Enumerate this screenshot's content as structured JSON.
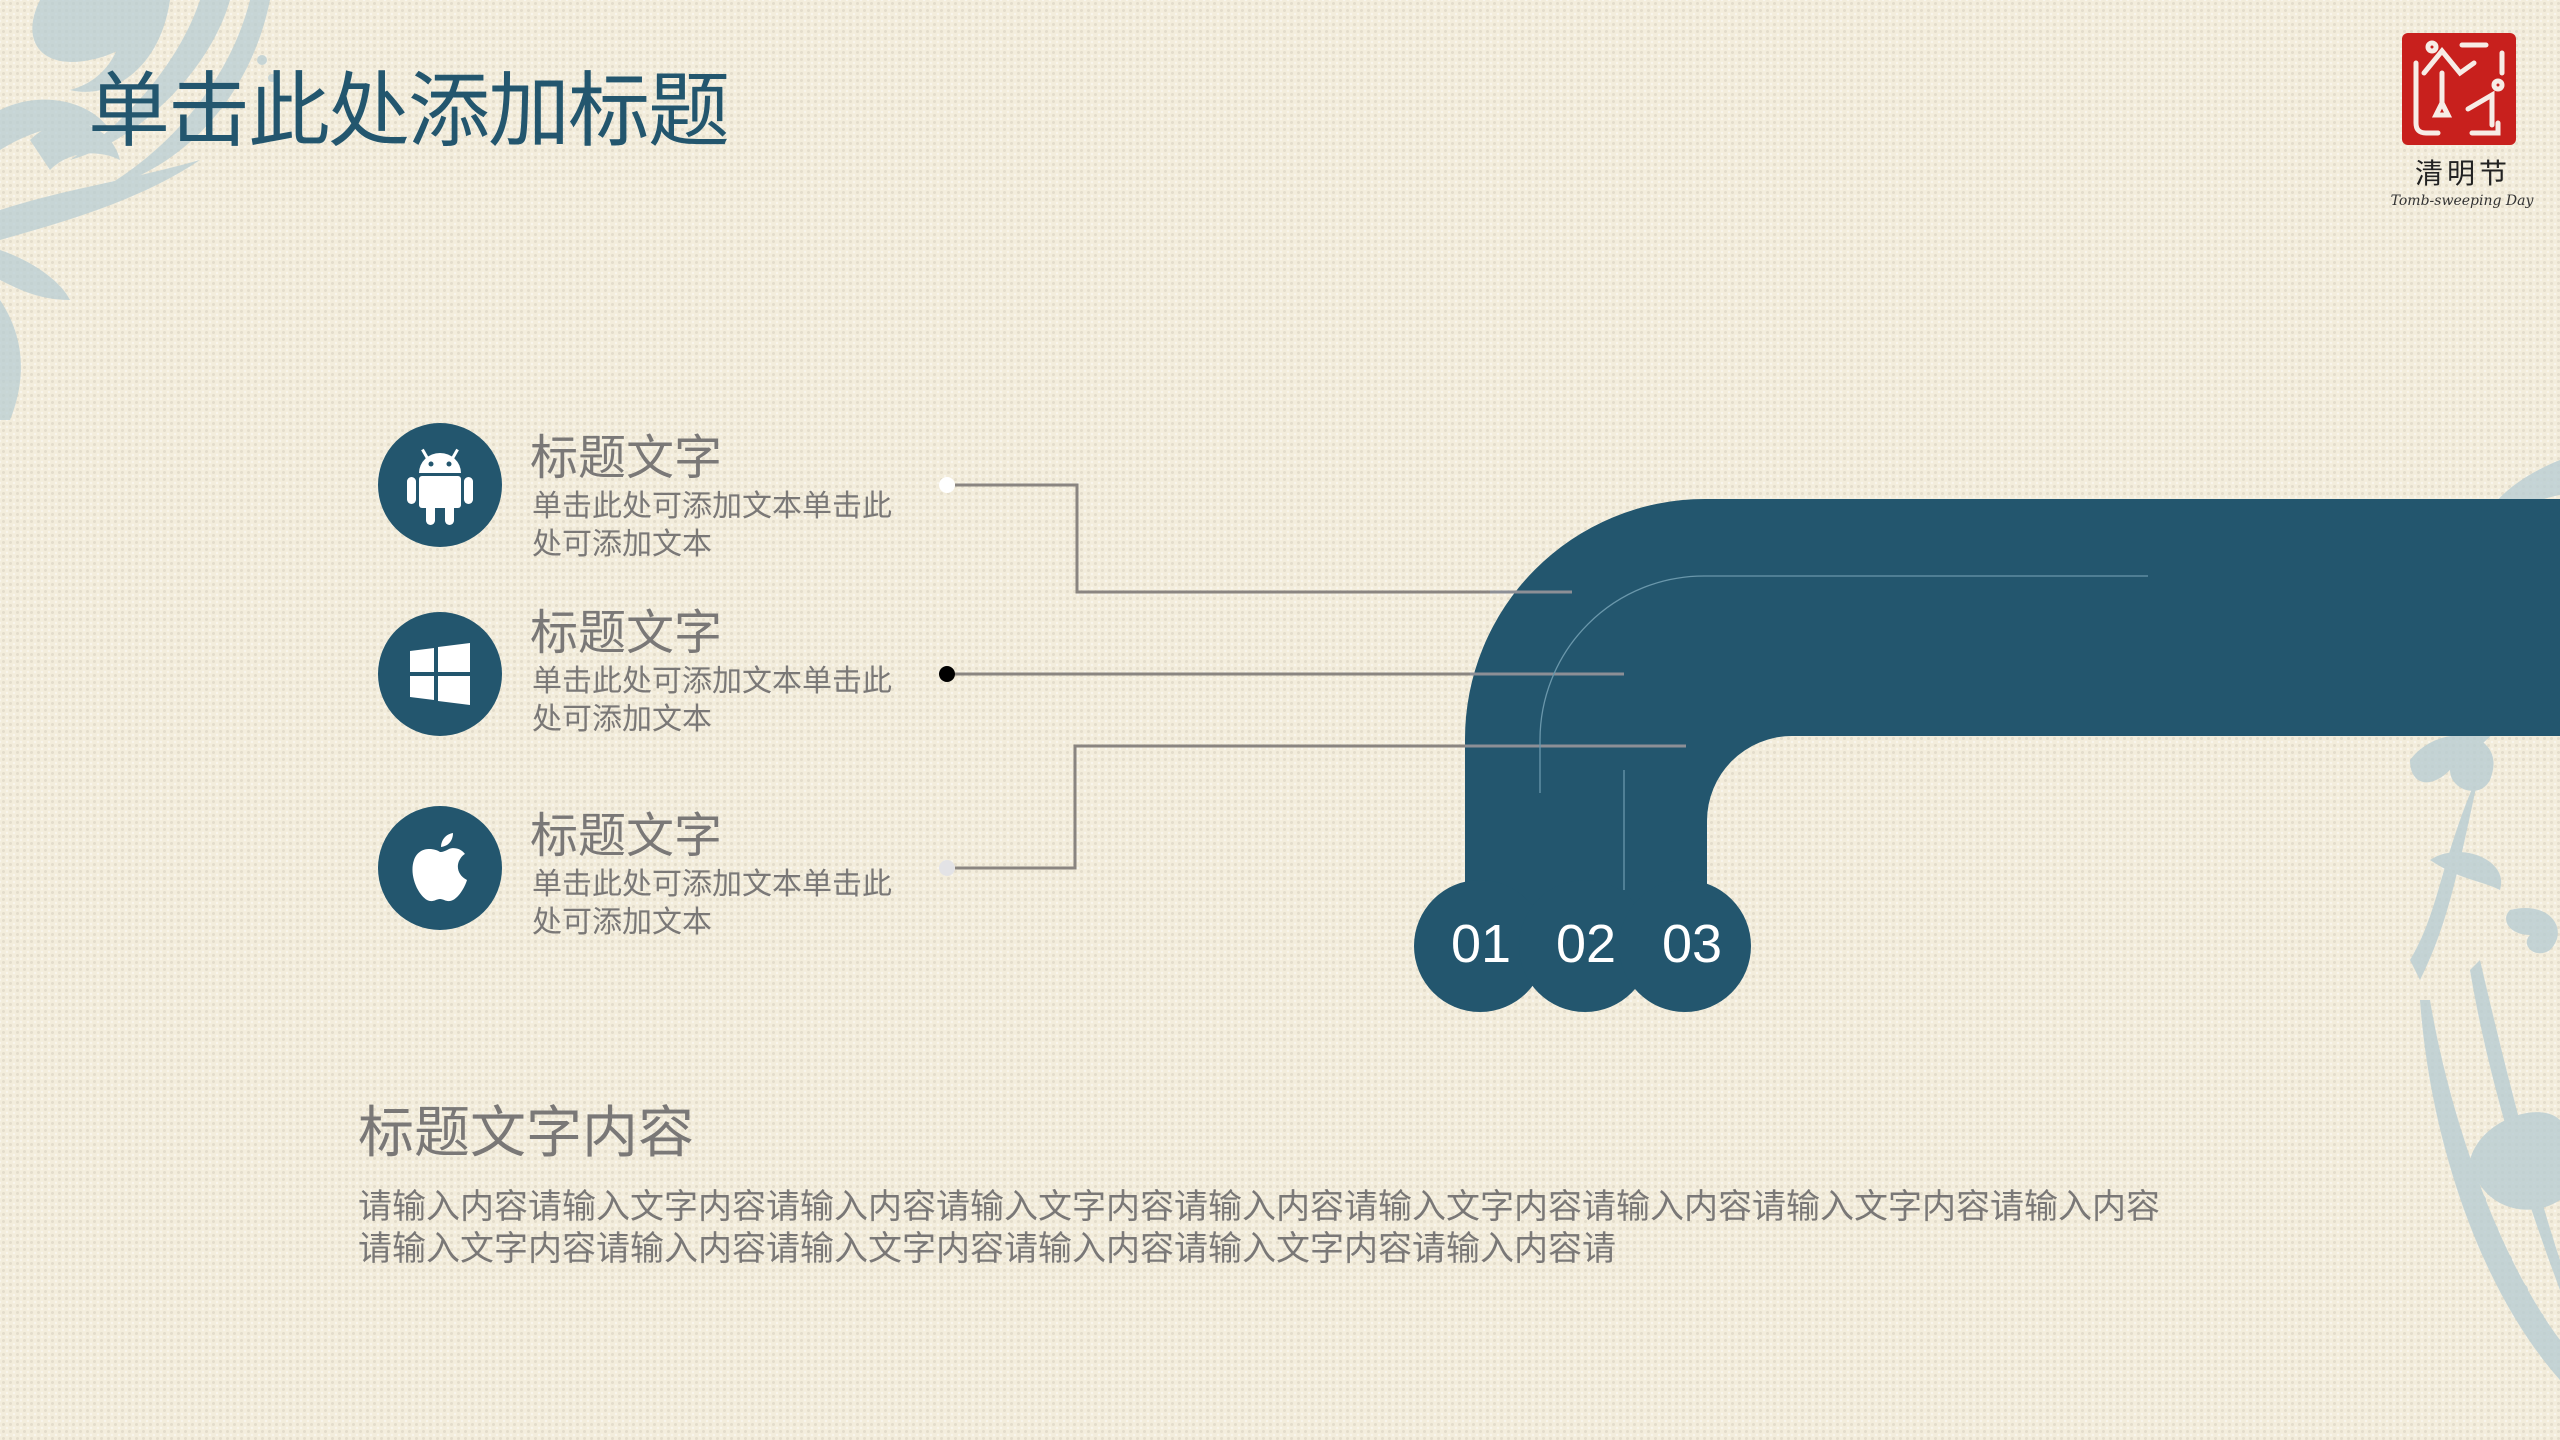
{
  "slide": {
    "title": "单击此处添加标题",
    "colors": {
      "accent": "#23566e",
      "text_gray": "#7a7877",
      "background": "#f3eddc",
      "seal_red": "#c8201d",
      "ornament": "#b9cdd3",
      "connector_line": "#8a8581"
    }
  },
  "logo": {
    "seal_icon": "red-seal-stamp",
    "cn_text": "清明节",
    "en_text": "Tomb-sweeping Day"
  },
  "items": [
    {
      "icon": "android-icon",
      "title": "标题文字",
      "description": "单击此处可添加文本单击此处可添加文本",
      "dot_color": "#ffffff"
    },
    {
      "icon": "windows-icon",
      "title": "标题文字",
      "description": "单击此处可添加文本单击此处可添加文本",
      "dot_color": "#000000"
    },
    {
      "icon": "apple-icon",
      "title": "标题文字",
      "description": "单击此处可添加文本单击此处可添加文本",
      "dot_color": "#e3e3e6"
    }
  ],
  "pipe": {
    "numbers": [
      "01",
      "02",
      "03"
    ]
  },
  "section": {
    "heading": "标题文字内容",
    "body": "请输入内容请输入文字内容请输入内容请输入文字内容请输入内容请输入文字内容请输入内容请输入文字内容请输入内容请输入文字内容请输入内容请输入文字内容请输入内容请输入文字内容请输入内容请"
  }
}
